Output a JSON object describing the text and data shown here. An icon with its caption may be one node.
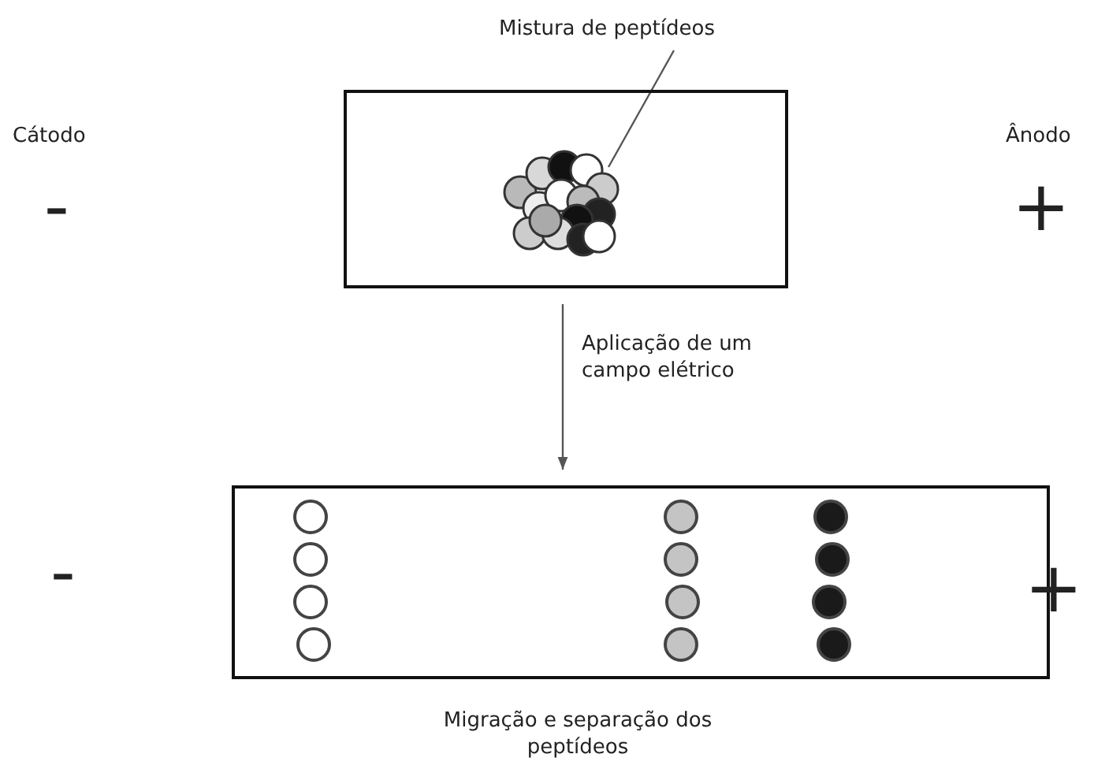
{
  "diagram": {
    "nodes": [
      {
        "text": [],
        "shape": "box"
      },
      {
        "text": [
          "Mistura de peptídeos"
        ]
      },
      {
        "text": [],
        "shape": "circle",
        "in": 0
      },
      {
        "text": [],
        "shape": "box",
        "beside": [
          "Migração e separação dos peptídeos"
        ]
      }
    ],
    "edges": [
      {
        "from": 1,
        "to": 2,
        "arrow": "none"
      },
      {
        "from": 0,
        "to": 3,
        "arrow": "to",
        "label": "Aplicação de um campo elétrico"
      }
    ],
    "labels": [
      "Cátodo",
      "-",
      "Ânodo",
      "+",
      "-",
      "+"
    ]
  }
}
